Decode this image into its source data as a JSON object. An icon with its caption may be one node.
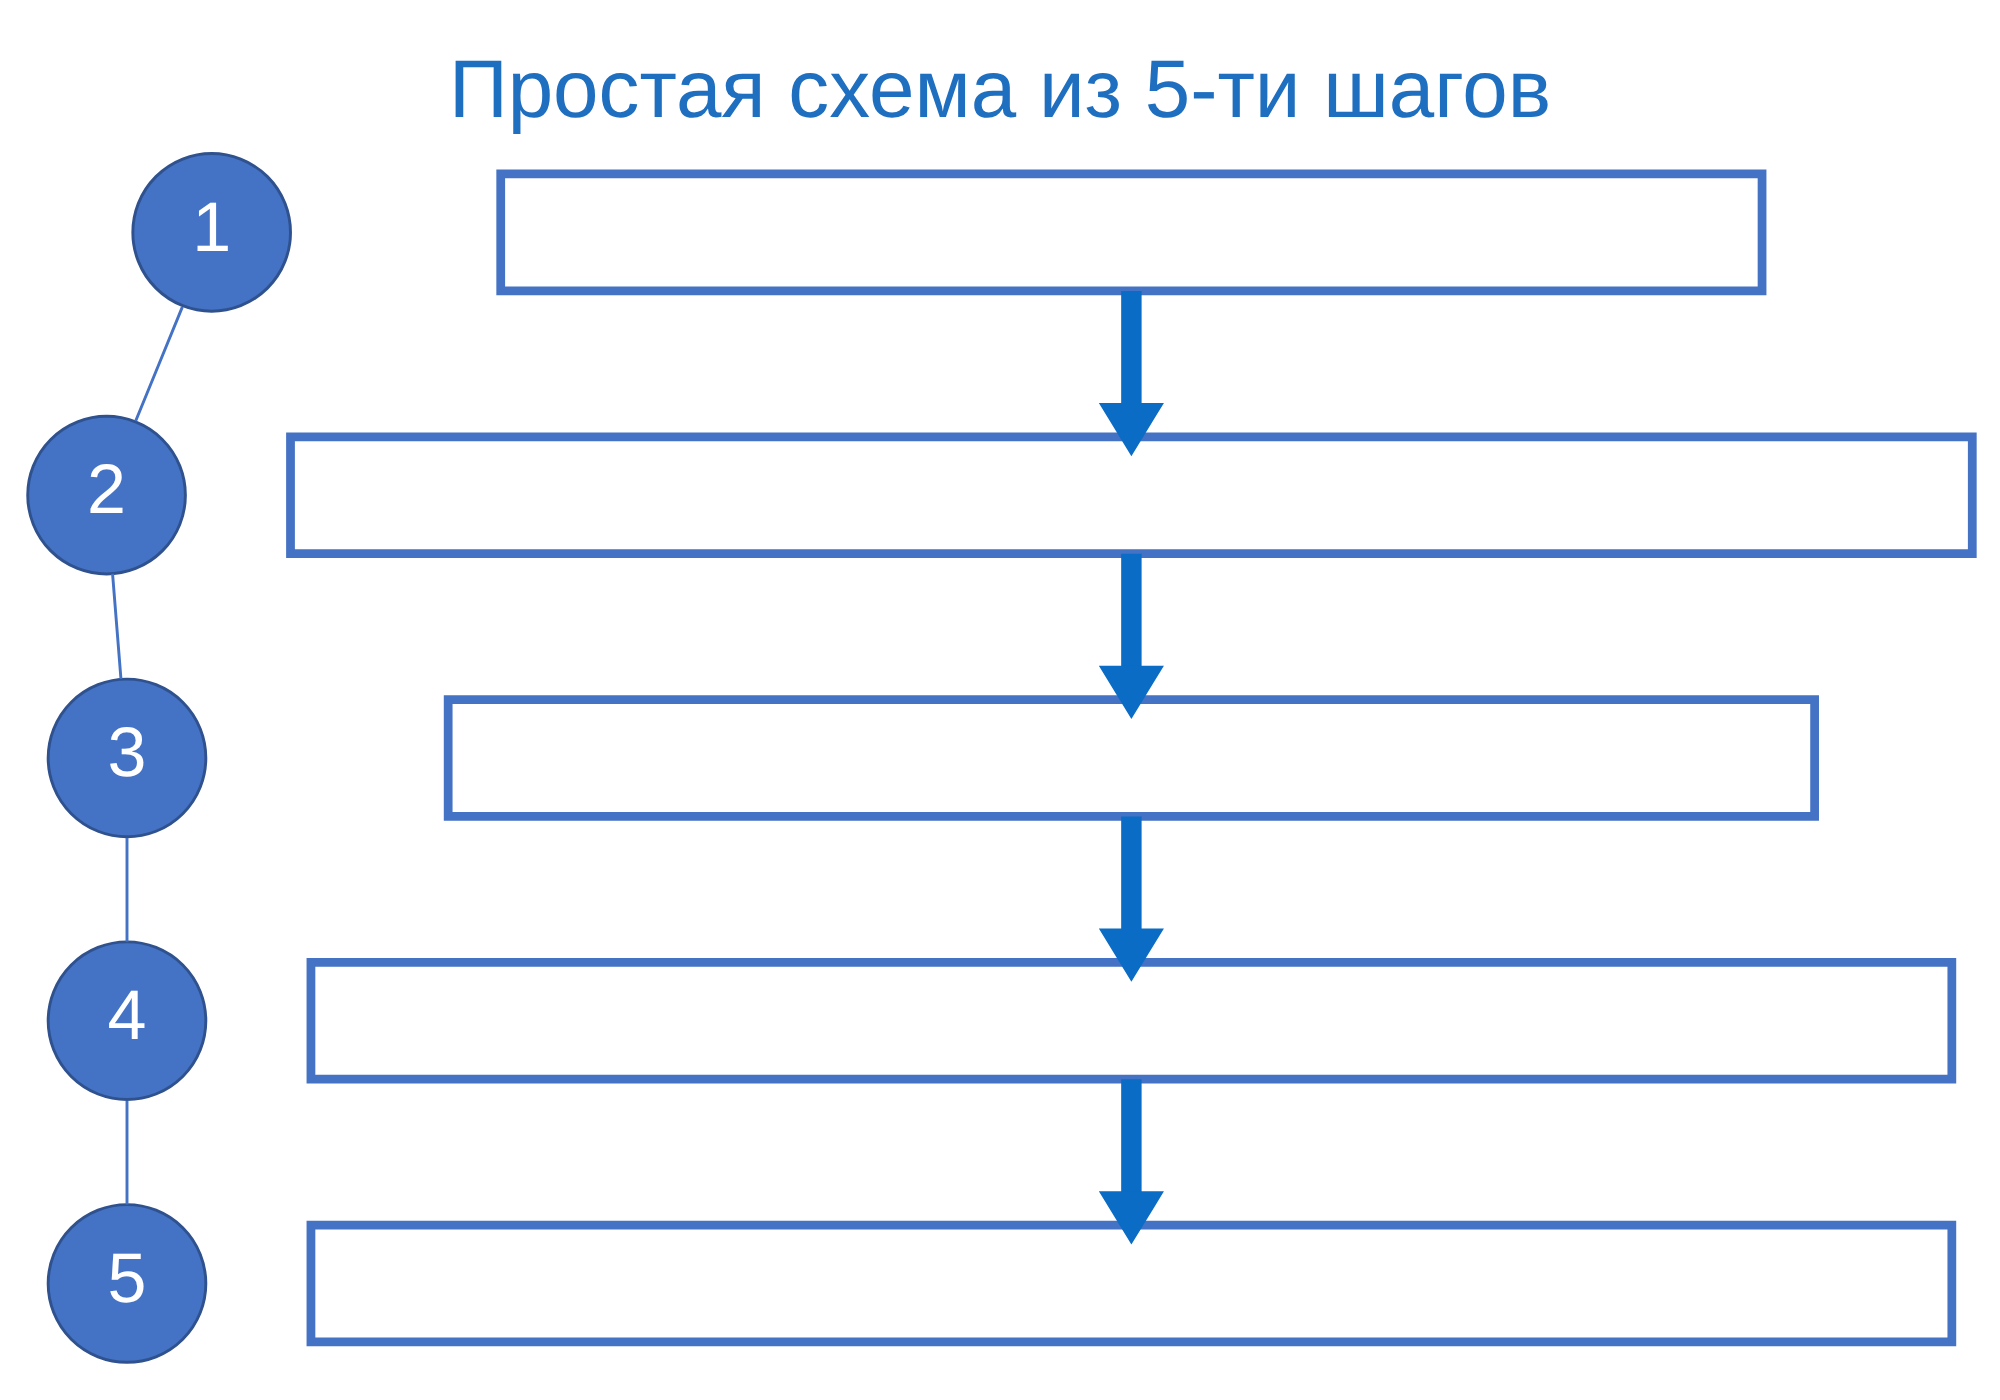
{
  "diagram": {
    "title": "Простая схема из 5-ти шагов",
    "nodes": [
      {
        "text": [
          "1"
        ]
      },
      {
        "text": [],
        "shape": "box"
      },
      {
        "text": [
          "2"
        ]
      },
      {
        "text": [],
        "shape": "box"
      },
      {
        "text": [
          "3"
        ]
      },
      {
        "text": [],
        "shape": "box"
      },
      {
        "text": [
          "4"
        ]
      },
      {
        "text": [],
        "shape": "box"
      },
      {
        "text": [
          "5"
        ]
      },
      {
        "text": [],
        "shape": "box"
      }
    ],
    "edges": [
      {
        "from": 0,
        "to": 2,
        "arrow": "none"
      },
      {
        "from": 2,
        "to": 4,
        "arrow": "none"
      },
      {
        "from": 4,
        "to": 6,
        "arrow": "none"
      },
      {
        "from": 6,
        "to": 8,
        "arrow": "none"
      },
      {
        "from": 1,
        "to": 3,
        "arrow": "to",
        "style": "thick",
        "color": "#0a6cc4"
      },
      {
        "from": 3,
        "to": 5,
        "arrow": "to",
        "style": "thick",
        "color": "#0a6cc4"
      },
      {
        "from": 5,
        "to": 7,
        "arrow": "to",
        "style": "thick",
        "color": "#0a6cc4"
      },
      {
        "from": 7,
        "to": 9,
        "arrow": "to",
        "style": "thick",
        "color": "#0a6cc4"
      }
    ]
  }
}
